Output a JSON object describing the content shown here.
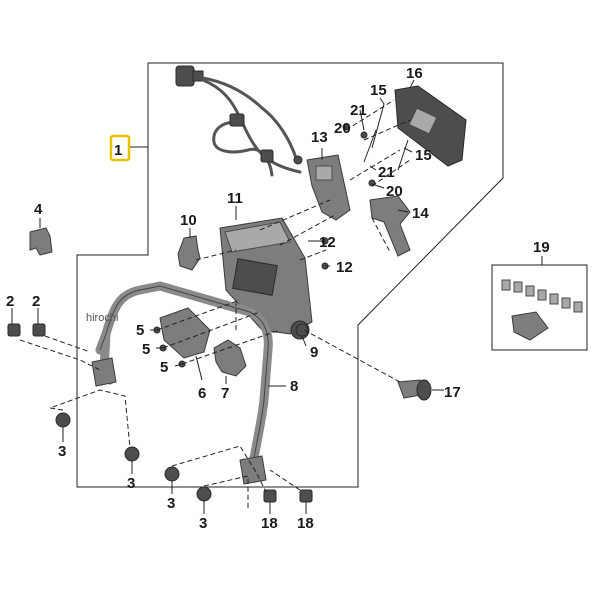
{
  "watermark": "hirochi",
  "callouts": {
    "c1": "1",
    "c2a": "2",
    "c2b": "2",
    "c3a": "3",
    "c3b": "3",
    "c3c": "3",
    "c3d": "3",
    "c4": "4",
    "c5a": "5",
    "c5b": "5",
    "c5c": "5",
    "c6": "6",
    "c7": "7",
    "c8": "8",
    "c9": "9",
    "c10": "10",
    "c11": "11",
    "c12a": "12",
    "c12b": "12",
    "c13": "13",
    "c14": "14",
    "c15a": "15",
    "c15b": "15",
    "c16": "16",
    "c17": "17",
    "c18a": "18",
    "c18b": "18",
    "c19": "19",
    "c20a": "20",
    "c20b": "20",
    "c21a": "21",
    "c21b": "21"
  },
  "colors": {
    "highlight": "#e6c200",
    "part": "#7d7d7d",
    "line": "#222222"
  }
}
